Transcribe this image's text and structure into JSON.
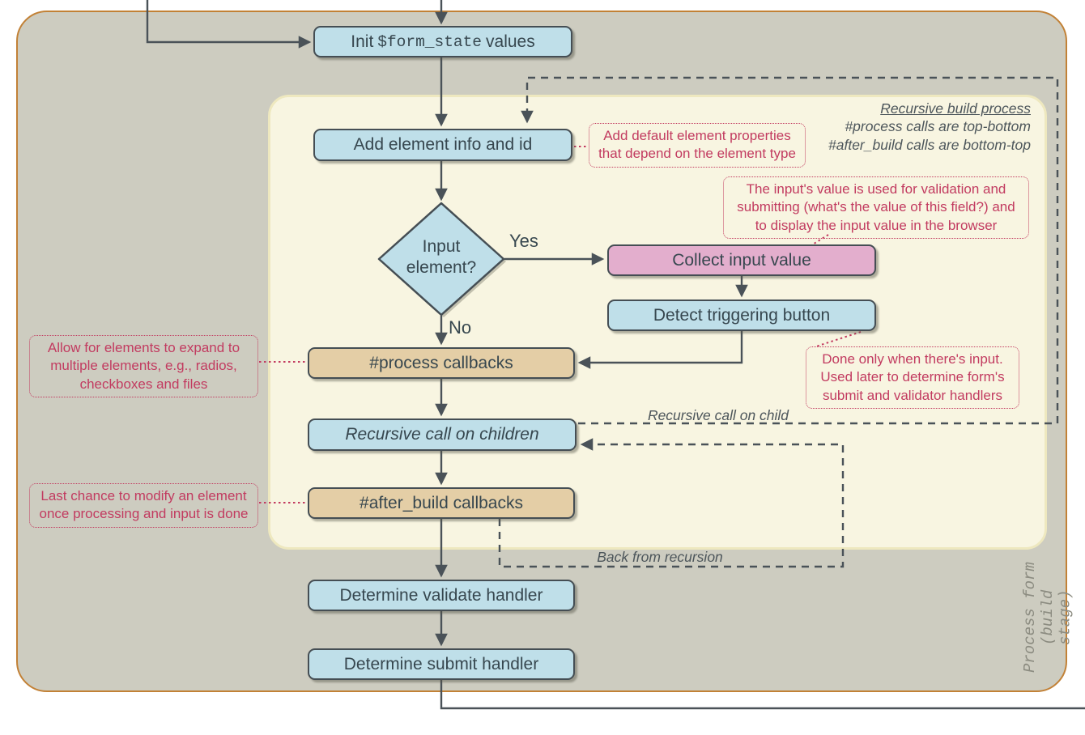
{
  "nodes": {
    "init_prefix": "Init",
    "init_code": "$form_state",
    "init_suffix": "values",
    "add_element": "Add element info and id",
    "input_decision": "Input element?",
    "collect_input": "Collect input value",
    "detect_trigger": "Detect triggering button",
    "process_callbacks": "#process callbacks",
    "recursive_children": "Recursive call on children",
    "after_build": "#after_build callbacks",
    "validate_handler": "Determine validate handler",
    "submit_handler": "Determine submit handler"
  },
  "edge_labels": {
    "yes": "Yes",
    "no": "No",
    "recursive_call_child": "Recursive call on child",
    "back_from_recursion": "Back from recursion"
  },
  "notes": {
    "recursive_title": "Recursive build process",
    "recursive_line2": "#process calls are top-bottom",
    "recursive_line3": "#after_build calls are bottom-top",
    "stage_line1": "Process form",
    "stage_line2": "(build stage)"
  },
  "annotations": {
    "add_defaults": "Add default element properties that depend on the element type",
    "input_value": "The input's value is used for validation and submitting (what's the value of this field?) and to display the input value in the browser",
    "expand_elements": "Allow for elements to expand to multiple elements, e.g., radios, checkboxes and files",
    "done_only": "Done only when there's input. Used later to determine form's submit and validator handlers",
    "last_chance": "Last chance to modify an element once processing and input is done"
  },
  "colors": {
    "container_fill": "#cdccc0",
    "container_border": "#c28136",
    "inner_fill": "#f8f5e1",
    "inner_border": "#eee8bf",
    "node_blue": "#bfdfe9",
    "node_pink": "#e3aecd",
    "node_tan": "#e4cea6",
    "node_border": "#454e54",
    "annotation_red": "#c23b60",
    "arrow_gray": "#4a5258"
  }
}
